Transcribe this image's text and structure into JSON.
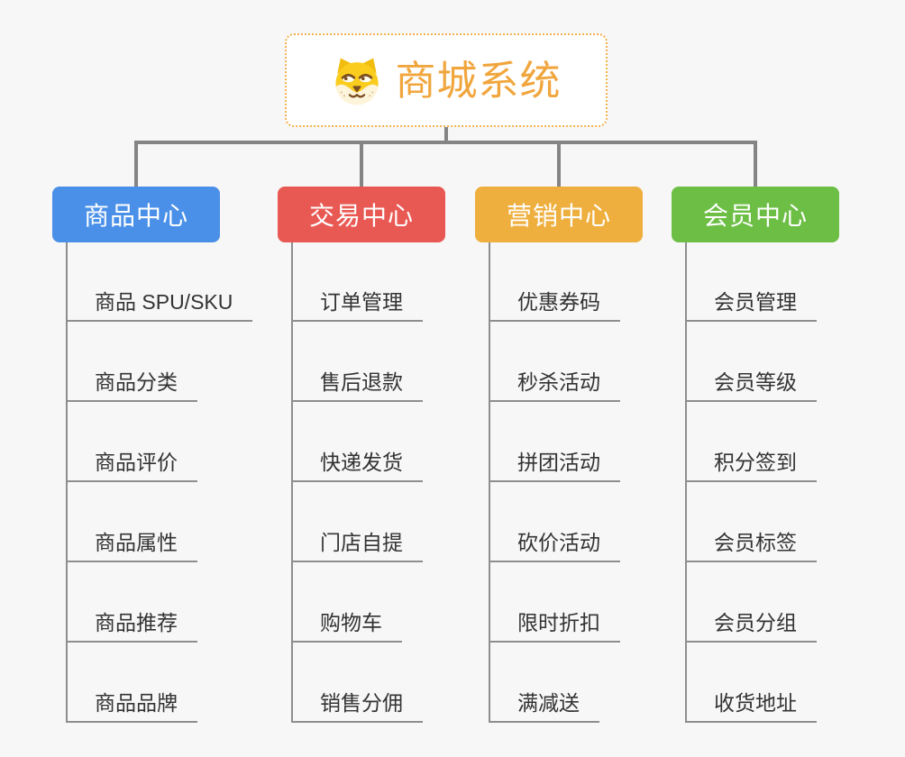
{
  "root": {
    "title": "商城系统",
    "icon": "dog-face-icon",
    "text_color": "#f0a63d",
    "border_color": "#f3b14e",
    "background": "#ffffff"
  },
  "connector_color": "#848484",
  "item_text_color": "#333333",
  "canvas_background": "#f7f7f7",
  "branches": [
    {
      "label": "商品中心",
      "color": "#4a90e8",
      "items": [
        "商品 SPU/SKU",
        "商品分类",
        "商品评价",
        "商品属性",
        "商品推荐",
        "商品品牌"
      ]
    },
    {
      "label": "交易中心",
      "color": "#e95953",
      "items": [
        "订单管理",
        "售后退款",
        "快递发货",
        "门店自提",
        "购物车",
        "销售分佣"
      ]
    },
    {
      "label": "营销中心",
      "color": "#eeaf3e",
      "items": [
        "优惠券码",
        "秒杀活动",
        "拼团活动",
        "砍价活动",
        "限时折扣",
        "满减送"
      ]
    },
    {
      "label": "会员中心",
      "color": "#6cbe44",
      "items": [
        "会员管理",
        "会员等级",
        "积分签到",
        "会员标签",
        "会员分组",
        "收货地址"
      ]
    }
  ]
}
